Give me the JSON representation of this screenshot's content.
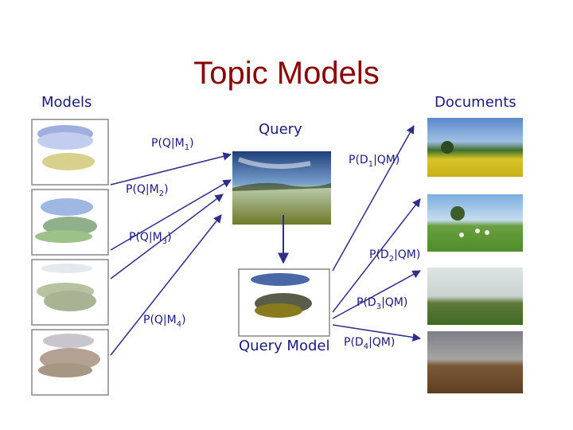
{
  "title": "Topic Models",
  "headers": {
    "models": "Models",
    "documents": "Documents"
  },
  "query": {
    "label": "Query"
  },
  "query_model": {
    "label": "Query Model"
  },
  "model_probs": [
    {
      "main": "P(Q|M",
      "sub": "1",
      "end": ")"
    },
    {
      "main": "P(Q|M",
      "sub": "2",
      "end": ")"
    },
    {
      "main": "P(Q|M",
      "sub": "3",
      "end": ")"
    },
    {
      "main": "P(Q|M",
      "sub": "4",
      "end": ")"
    }
  ],
  "doc_probs": [
    {
      "main": "P(D",
      "sub": "1",
      "end": "|QM)"
    },
    {
      "main": "P(D",
      "sub": "2",
      "end": "|QM)"
    },
    {
      "main": "P(D",
      "sub": "3",
      "end": "|QM)"
    },
    {
      "main": "P(D",
      "sub": "4",
      "end": "|QM)"
    }
  ],
  "colors": {
    "title": "#8b0000",
    "text": "#1a1a80",
    "arrow": "#2e2e8a"
  }
}
